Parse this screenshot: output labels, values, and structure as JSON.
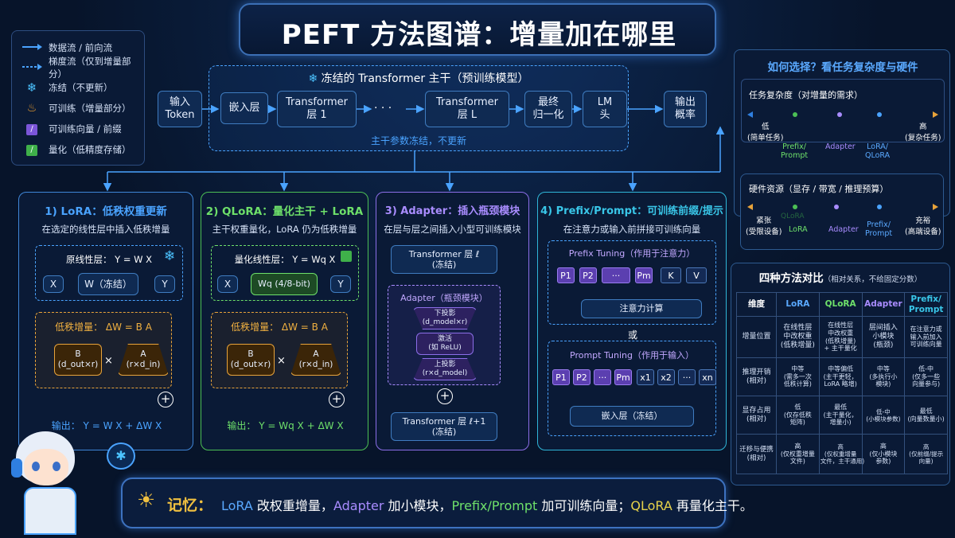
{
  "title": "PEFT 方法图谱：增量加在哪里",
  "legend": [
    {
      "label": "数据流 / 前向流"
    },
    {
      "label": "梯度流（仅到增量部分）"
    },
    {
      "label": "冻结（不更新）"
    },
    {
      "label": "可训练（增量部分）"
    },
    {
      "label": "可训练向量 / 前缀"
    },
    {
      "label": "量化（低精度存储）"
    }
  ],
  "backbone": {
    "header": "冻结的 Transformer 主干（预训练模型）",
    "input": "输入\nToken",
    "embed": "嵌入层",
    "layer1": "Transformer\n层 1",
    "dots": "· · ·",
    "layerL": "Transformer\n层 L",
    "norm": "最终\n归一化",
    "lmhead": "LM\n头",
    "output": "输出\n概率",
    "note": "主干参数冻结，不更新"
  },
  "lora": {
    "title": "1) LoRA：低秩权重更新",
    "sub": "在选定的线性层中插入低秩增量",
    "linear": "原线性层： Y = W X",
    "x": "X",
    "w": "W（冻结）",
    "y": "Y",
    "delta": "低秩增量： ΔW = B A",
    "b": "B\n(d_out×r)",
    "times": "×",
    "a": "A\n(r×d_in)",
    "plus": "+",
    "output": "输出： Y = W X + ΔW X"
  },
  "qlora": {
    "title": "2) QLoRA：量化主干 + LoRA",
    "sub": "主干权重量化，LoRA 仍为低秩增量",
    "linear": "量化线性层： Y = Wq X",
    "x": "X",
    "w": "Wq (4/8-bit)",
    "y": "Y",
    "delta": "低秩增量： ΔW = B A",
    "b": "B\n(d_out×r)",
    "times": "×",
    "a": "A\n(r×d_in)",
    "plus": "+",
    "output": "输出： Y = Wq X + ΔW X"
  },
  "adapter": {
    "title": "3) Adapter：插入瓶颈模块",
    "sub": "在层与层之间插入小型可训练模块",
    "layer_top": "Transformer 层 ℓ\n(冻结)",
    "module": "Adapter（瓶颈模块）",
    "down": "下投影\n(d_model×r)",
    "act": "激活\n(如 ReLU)",
    "up": "上投影\n(r×d_model)",
    "plus": "+",
    "layer_bottom": "Transformer 层 ℓ+1\n(冻结)"
  },
  "prefix": {
    "title": "4) Prefix/Prompt：可训练前缀/提示",
    "sub": "在注意力或输入前拼接可训练向量",
    "prefix_label": "Prefix Tuning（作用于注意力）",
    "p_tokens": [
      "P1",
      "P2",
      "···",
      "Pm"
    ],
    "k": "K",
    "v": "V",
    "attn": "注意力计算",
    "or": "或",
    "prompt_label": "Prompt Tuning（作用于输入）",
    "p2_tokens": [
      "P1",
      "P2",
      "···",
      "Pm"
    ],
    "x_tokens": [
      "x1",
      "x2",
      "···",
      "xn"
    ],
    "embed": "嵌入层（冻结）"
  },
  "select": {
    "title": "如何选择？看任务复杂度与硬件",
    "task_label": "任务复杂度（对增量的需求）",
    "task_low": "低\n(简单任务)",
    "task_high": "高\n(复杂任务)",
    "task_points": [
      "Prefix/\nPrompt",
      "Adapter",
      "LoRA/\nQLoRA"
    ],
    "hw_label": "硬件资源（显存 / 带宽 / 推理预算）",
    "hw_low": "紧张\n(受限设备)",
    "hw_high": "充裕\n(高端设备)",
    "hw_points": [
      "QLoRA",
      "LoRA",
      "Adapter",
      "Prefix/\nPrompt"
    ]
  },
  "compare": {
    "title": "四种方法对比",
    "subtitle": "（相对关系，不给固定分数）",
    "headers": [
      "维度",
      "LoRA",
      "QLoRA",
      "Adapter",
      "Prefix/\nPrompt"
    ],
    "rows": [
      [
        "增量位置",
        "在线性层\n中改权重\n(低秩增量)",
        "在线性层\n中改权重\n(低秩增量)\n+ 主干量化",
        "层间插入\n小模块\n(瓶颈)",
        "在注意力或\n输入前加入\n可训练向量"
      ],
      [
        "推理开销\n(相对)",
        "中等\n(需多一次\n低秩计算)",
        "中等偏低\n(主干更轻，\nLoRA 略增)",
        "中等\n(多执行小\n模块)",
        "低-中\n(仅多一些\n向量参与)"
      ],
      [
        "显存占用\n(相对)",
        "低\n(仅存低秩\n矩阵)",
        "最低\n(主干量化，\n增量小)",
        "低-中\n(小模块参数)",
        "最低\n(向量数量小)"
      ],
      [
        "迁移与便携\n(相对)",
        "高\n(仅权重增量\n文件)",
        "高\n(仅权重增量\n文件，主干通用)",
        "高\n(仅小模块\n参数)",
        "高\n(仅前缀/提示\n向量)"
      ]
    ]
  },
  "memo": {
    "head": "记忆：",
    "parts": [
      {
        "t": "LoRA",
        "c": "#5aa9ff"
      },
      {
        "t": " 改权重增量，",
        "c": "#ffffff"
      },
      {
        "t": "Adapter",
        "c": "#a98cff"
      },
      {
        "t": " 加小模块，",
        "c": "#ffffff"
      },
      {
        "t": "Prefix/Prompt",
        "c": "#6ee06a"
      },
      {
        "t": " 加可训练向量；",
        "c": "#ffffff"
      },
      {
        "t": "QLoRA",
        "c": "#e7d24a"
      },
      {
        "t": " 再量化主干。",
        "c": "#ffffff"
      }
    ]
  },
  "colors": {
    "lora": "#4aa3ff",
    "qlora": "#6ee06a",
    "adapter": "#a98cff",
    "prefix": "#39c6e8",
    "trainable": "#e8a33a"
  }
}
